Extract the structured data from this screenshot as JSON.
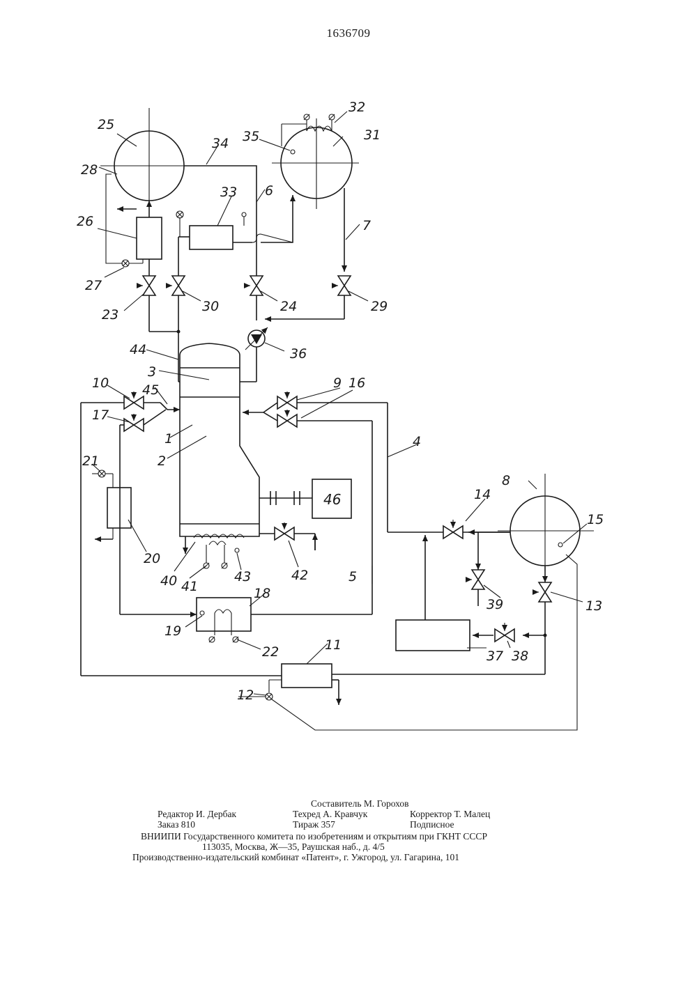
{
  "patent_number": "1636709",
  "labels": {
    "l1": "1",
    "l2": "2",
    "l3": "3",
    "l4": "4",
    "l5": "5",
    "l6": "6",
    "l7": "7",
    "l8": "8",
    "l9": "9",
    "l10": "10",
    "l11": "11",
    "l12": "12",
    "l13": "13",
    "l14": "14",
    "l15": "15",
    "l16": "16",
    "l17": "17",
    "l18": "18",
    "l19": "19",
    "l20": "20",
    "l21": "21",
    "l22": "22",
    "l23": "23",
    "l24": "24",
    "l25": "25",
    "l26": "26",
    "l27": "27",
    "l28": "28",
    "l29": "29",
    "l30": "30",
    "l31": "31",
    "l32": "32",
    "l33": "33",
    "l34": "34",
    "l35": "35",
    "l36": "36",
    "l37": "37",
    "l38": "38",
    "l39": "39",
    "l40": "40",
    "l41": "41",
    "l42": "42",
    "l43": "43",
    "l44": "44",
    "l45": "45",
    "l46": "46"
  },
  "colophon": {
    "compiler": "Составитель М. Горохов",
    "editor": "Редактор И. Дербак",
    "techred": "Техред А. Кравчук",
    "corrector": "Корректор Т. Малец",
    "order": "Заказ 810",
    "circulation": "Тираж 357",
    "subscription": "Подписное",
    "org": "ВНИИПИ Государственного комитета по изобретениям и открытиям при ГКНТ СССР",
    "address": "113035,  Москва,  Ж—35,  Раушская  наб.,  д.  4/5",
    "printer": "Производственно-издательский комбинат «Патент», г. Ужгород, ул. Гагарина, 101"
  }
}
